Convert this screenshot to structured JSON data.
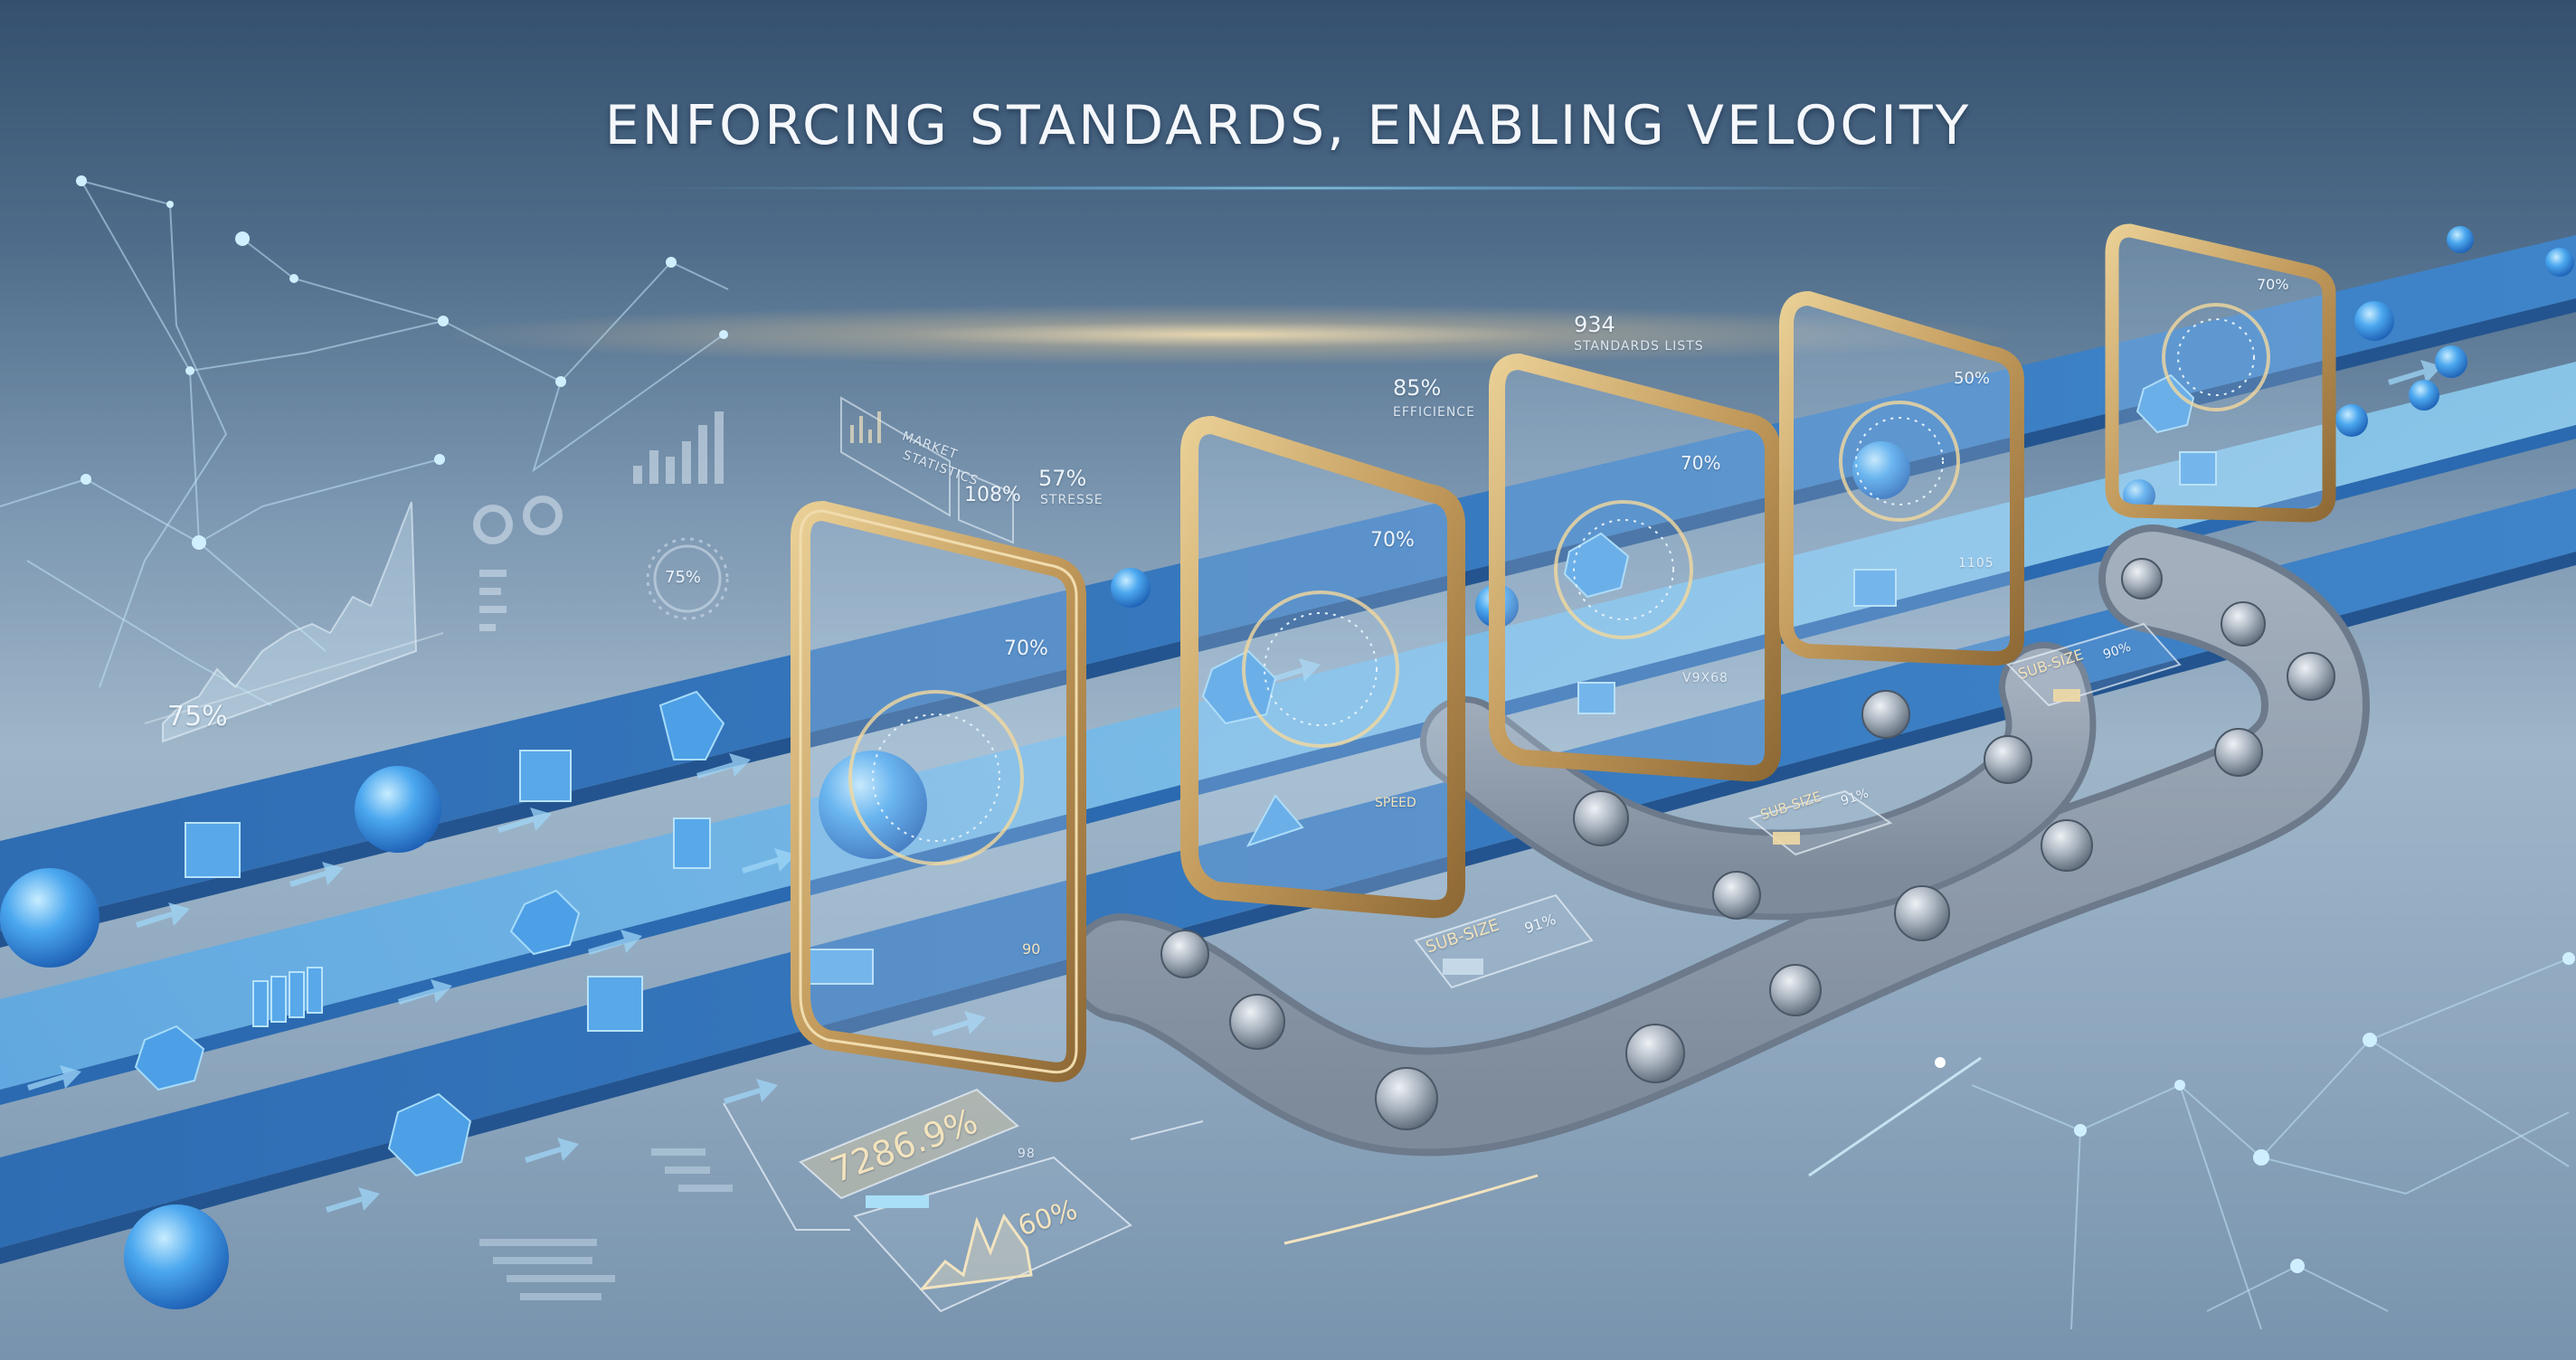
{
  "header": {
    "title": "ENFORCING STANDARDS, ENABLING VELOCITY"
  },
  "background_dashboards": {
    "left_chart_value": "75%",
    "left_ring_value": "75%",
    "market_panel_line1": "MARKET",
    "market_panel_line2": "STATISTICS",
    "market_panel_value": "108%",
    "callout_1_value": "57%",
    "callout_1_label": "STRESSE",
    "callout_2_value": "85%",
    "callout_2_label": "EFFICIENCE",
    "callout_3_value": "934",
    "callout_3_label": "STANDARDS LISTS"
  },
  "gates": [
    {
      "id": "gate-1",
      "value": "70%",
      "footer": "90"
    },
    {
      "id": "gate-2",
      "value": "70%",
      "footer": "SPEED"
    },
    {
      "id": "gate-3",
      "value": "70%",
      "footer": "V9X68"
    },
    {
      "id": "gate-4",
      "value": "50%",
      "footer": "1105"
    },
    {
      "id": "gate-5",
      "value": "70%",
      "footer": ""
    }
  ],
  "floor_panels": {
    "metric_value": "7286.9%",
    "metric_sub": "98",
    "chart_value": "60%",
    "sub_size_1_label": "SUB-SIZE",
    "sub_size_1_value": "91%",
    "sub_size_2_label": "SUB-SIZE",
    "sub_size_2_value": "91%",
    "sub_size_3_label": "SUB-SIZE",
    "sub_size_3_value": "90%"
  },
  "colors": {
    "background_top": "#34506e",
    "background_mid": "#9fb6c9",
    "lane_blue": "#3f7fc4",
    "lane_light": "#7fc3ee",
    "object_blue": "#4aa6ec",
    "gate_gold": "#c9a266",
    "reject_track_gray": "#8c99a8",
    "reject_object_gray": "#a9b2bc",
    "network_line": "#bfe2f5"
  },
  "icons": {
    "lane_arrow": "arrow-right-icon",
    "sphere": "sphere-icon",
    "polyhedron": "polyhedron-icon",
    "block_stack": "block-stack-icon",
    "gate": "quality-gate-icon"
  }
}
